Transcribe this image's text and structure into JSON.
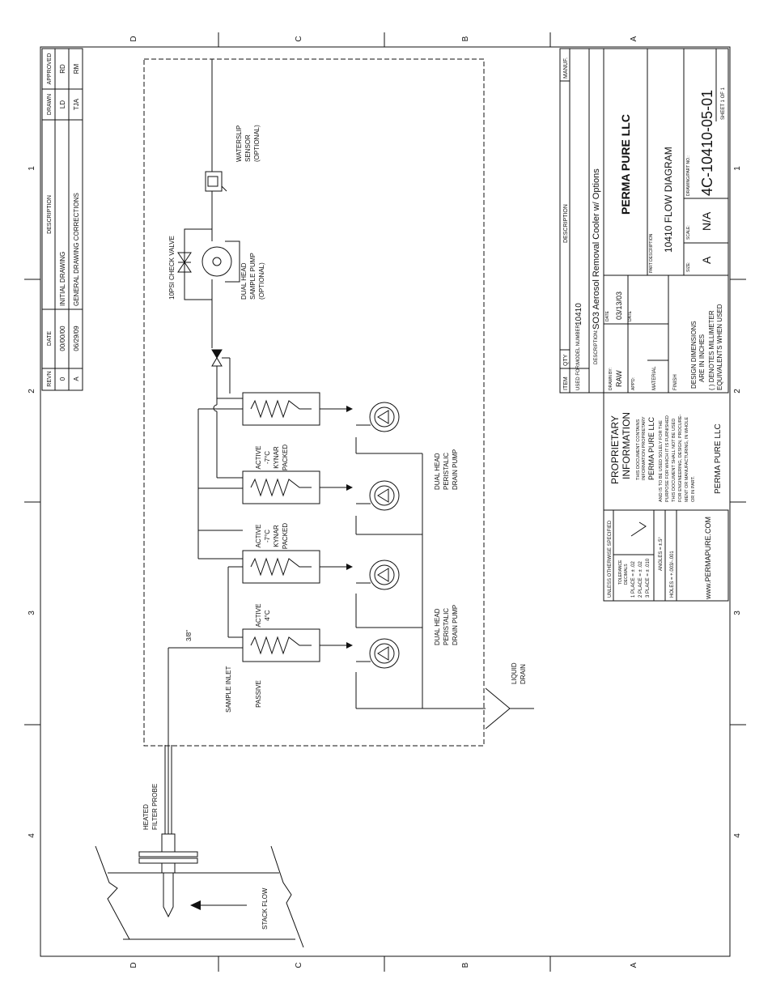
{
  "zones": {
    "letters": [
      "D",
      "C",
      "B",
      "A"
    ],
    "numbers": [
      "1",
      "2",
      "3",
      "4"
    ]
  },
  "revisions": {
    "headers": [
      "REVN",
      "DATE",
      "DESCRIPTION",
      "DRAWN",
      "APPROVED"
    ],
    "rows": [
      [
        "0",
        "00/00/00",
        "INITIAL DRAWING",
        "LD",
        "RD"
      ],
      [
        "A",
        "06/29/09",
        "GENERAL DRAWING CORRECTIONS",
        "TJA",
        "RM"
      ]
    ]
  },
  "labels": {
    "check_valve": "10PSI CHECK VALVE",
    "pump1": "DUAL HEAD",
    "pump2": "SAMPLE PUMP",
    "pump3": "(OPTIONAL)",
    "ws1": "WATERSLIP",
    "ws2": "SENSOR",
    "ws3": "(OPTIONAL)",
    "drain_pump_1": "DUAL HEAD",
    "drain_pump_2": "PERISTALIC",
    "drain_pump_3": "DRAIN PUMP",
    "liquid_drain_1": "LIQUID",
    "liquid_drain_2": "DRAIN",
    "sample_inlet": "SAMPLE INLET",
    "tube_size": "3/8\"",
    "probe1": "HEATED",
    "probe2": "FILTER PROBE",
    "stack_flow": "STACK FLOW"
  },
  "coolers": [
    {
      "l1": "PASSIVE",
      "l2": "",
      "l3": ""
    },
    {
      "l1": "ACTIVE",
      "l2": "4°C",
      "l3": ""
    },
    {
      "l1": "ACTIVE",
      "l2": "-7°C",
      "l3": "KYNAR"
    },
    {
      "l1": "ACTIVE",
      "l2": "-7°C",
      "l3": "KYNAR"
    }
  ],
  "cooler_l4": "PACKED",
  "title_block": {
    "item": "ITEM",
    "qty": "QTY",
    "description_header": "DESCRIPTION",
    "manuf": "MANUF.",
    "used_for": "USED FOR:",
    "model_label": "MODEL NUMBER:",
    "model_number": "10410",
    "description_label": "DESCRIPTION:",
    "description": "SO3 Aerosol Removal Cooler w/ Options",
    "company": "PERMA PURE LLC",
    "drawn_by_label": "DRAWN BY:",
    "drawn_by": "RAW",
    "date_label": "DATE",
    "date": "03/13/03",
    "appd_label": "APP'D:",
    "part_desc_label": "PART DESCRIPTION",
    "part_desc": "10410 FLOW DIAGRAM",
    "material": "MATERIAL",
    "finish": "FINISH",
    "size_label": "SIZE:",
    "size": "A",
    "scale_label": "SCALE:",
    "scale": "N/A",
    "part_no_label": "DRAWING/PART NO.:",
    "part_no": "4C-10410-05-01",
    "sheet": "SHEET 1 OF 1",
    "dims1": "DESIGN DIMENSIONS",
    "dims2": "ARE IN INCHES",
    "dims3": "( ) DENOTES MILLIMETER",
    "dims4": "EQUIVALENTS WHEN USED"
  },
  "proprietary": [
    "PROPRIETARY",
    "INFORMATION",
    "THIS DOCUMENT CONTAINS",
    "INFORMATION PROPRIETARY",
    "PERMA PURE LLC",
    "AND IS TO BE USED SOLELY FOR THE",
    "PURPOSE FOR WHICH IT IS FURNISHED",
    "THIS DOCUMENT SHALL NOT BE USED",
    "FOR ENGINEERING, DESIGN, PROCURE-",
    "MENT OR MANUFACTURING, IN WHOLE",
    "OR IN PART.",
    "PERMA PURE LLC"
  ],
  "tolerance": [
    "UNLESS OTHERWISE SPECIFIED",
    "TOLERANCE",
    "DECIMALS",
    "1 PLACE = ± .02",
    "2 PLACE = ± .02",
    "3 PLACE = ± .010",
    "ANGLES = ±.5°",
    "HOLES = +.003/-.001",
    "www.PERMAPURE.COM"
  ]
}
